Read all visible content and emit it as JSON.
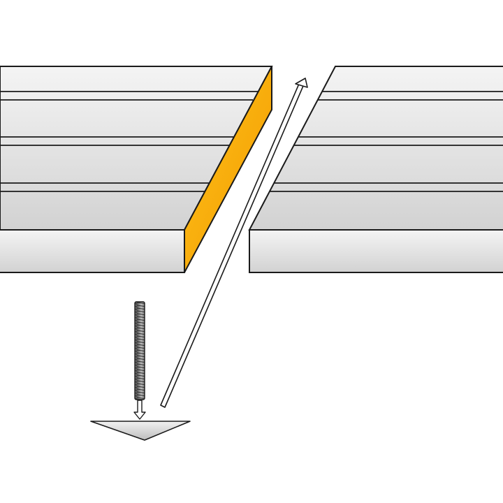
{
  "diagram": {
    "caption": "",
    "colors": {
      "background": "#ffffff",
      "outline": "#1a1a1a",
      "board_face_light": "#f4f4f4",
      "board_face_dark": "#d2d2d2",
      "board_top": "#e6e6e6",
      "cut_face_light": "#ffc21a",
      "cut_face_dark": "#f29a00",
      "arrow_fill": "#ffffff",
      "screw_dark": "#555555",
      "screw_light": "#bdbdbd",
      "base_light": "#f2f2f2",
      "base_dark": "#bdbdbd"
    },
    "parts": [
      {
        "name": "left-board-piece",
        "role": "workpiece"
      },
      {
        "name": "beveled-cut-face",
        "role": "highlighted angled end"
      },
      {
        "name": "right-board-piece",
        "role": "workpiece"
      },
      {
        "name": "diagonal-double-arrow",
        "role": "direction indicator"
      },
      {
        "name": "threaded-screw",
        "role": "fastener"
      },
      {
        "name": "down-arrow",
        "role": "direction indicator"
      },
      {
        "name": "triangular-base",
        "role": "base plate"
      }
    ]
  }
}
